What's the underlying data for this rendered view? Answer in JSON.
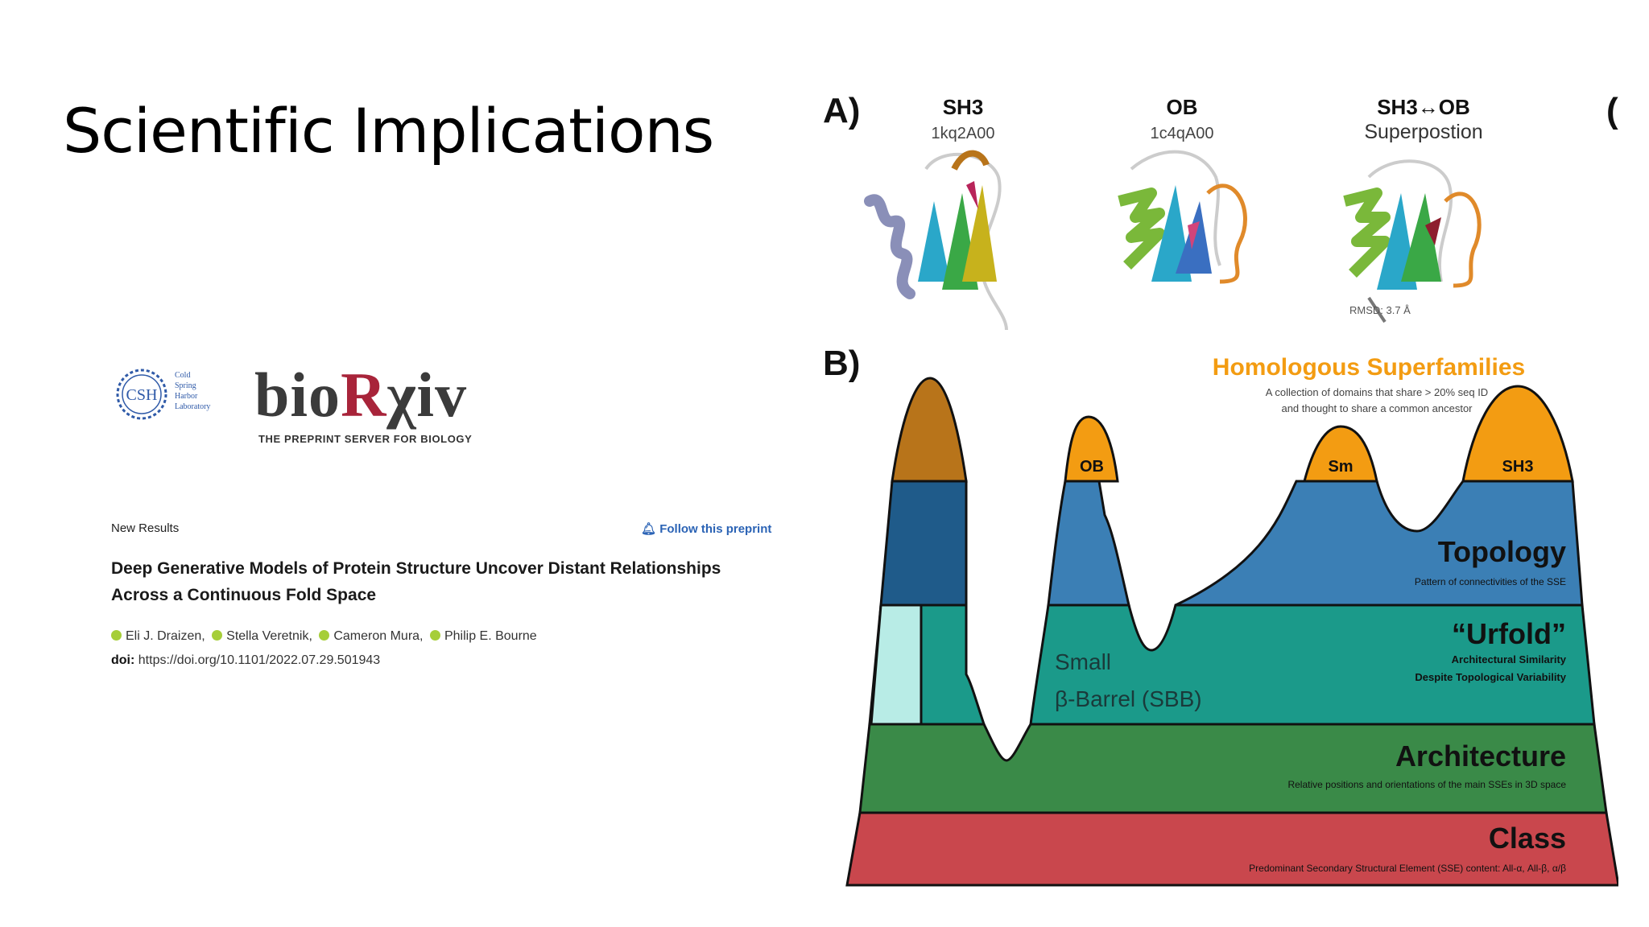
{
  "slide": {
    "title": "Scientific Implications"
  },
  "preprint": {
    "csh_logo_text": "CSH",
    "csh_label": [
      "Cold",
      "Spring",
      "Harbor",
      "Laboratory"
    ],
    "biorxiv_logo": {
      "prefix": "bio",
      "r": "R",
      "suffix": "χiv"
    },
    "tagline": "THE PREPRINT SERVER FOR BIOLOGY",
    "section_label": "New Results",
    "follow_label": "Follow this preprint",
    "title": "Deep Generative Models of Protein Structure Uncover Distant Relationships Across a Continuous Fold Space",
    "authors": [
      "Eli J. Draizen,",
      "Stella Veretnik,",
      "Cameron Mura,",
      "Philip E. Bourne"
    ],
    "doi_label": "doi:",
    "doi_url": "https://doi.org/10.1101/2022.07.29.501943"
  },
  "figure": {
    "panel_a_label": "A)",
    "panel_b_label": "B)",
    "panel_c_partial": "(",
    "structures": [
      {
        "name": "SH3",
        "id": "1kq2A00"
      },
      {
        "name": "OB",
        "id": "1c4qA00"
      },
      {
        "name": "SH3↔OB",
        "id": "Superpostion",
        "note": "RMSD: 3.7 Å"
      }
    ],
    "superfamilies": {
      "title": "Homologous Superfamilies",
      "desc_line1": "A collection of domains that share > 20% seq ID",
      "desc_line2": "and thought to share a common ancestor",
      "peaks": [
        "OB",
        "Sm",
        "SH3"
      ]
    },
    "topology": {
      "title": "Topology",
      "desc": "Pattern of connectivities of the SSE"
    },
    "urfold": {
      "title": "“Urfold”",
      "desc_line1": "Architectural Similarity",
      "desc_line2": "Despite Topological Variability"
    },
    "sbb": {
      "line1": "Small",
      "line2": "β-Barrel (SBB)"
    },
    "architecture": {
      "title": "Architecture",
      "desc": "Relative positions and orientations of the main SSEs in 3D space"
    },
    "class": {
      "title": "Class",
      "desc": "Predominant Secondary Structural Element (SSE) content: All-α, All-β, α/β"
    },
    "colors": {
      "superfamily": "#f39c12",
      "left_peak": "#b8741a",
      "topology": "#3b7fb5",
      "topology_dark": "#1f5b8a",
      "urfold": "#1b9a8a",
      "urfold_light": "#b8ece6",
      "architecture": "#3a8a48",
      "class": "#c9474d"
    }
  }
}
